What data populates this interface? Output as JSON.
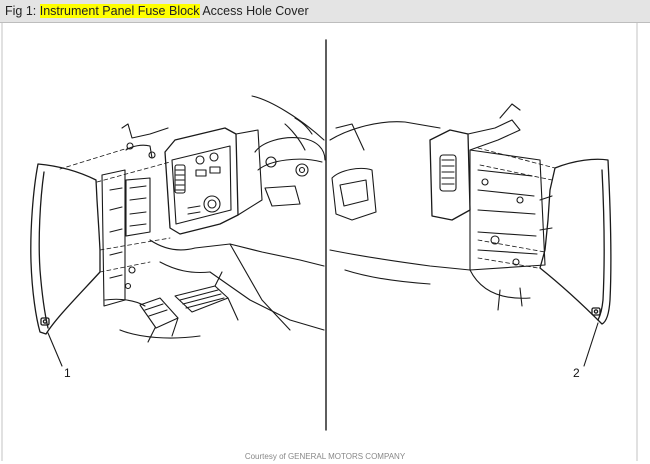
{
  "caption": {
    "prefix": "Fig 1: ",
    "highlight": "Instrument Panel Fuse Block",
    "suffix": " Access Hole Cover"
  },
  "callouts": [
    {
      "id": 1,
      "label": "1"
    },
    {
      "id": 2,
      "label": "2"
    }
  ],
  "footer": {
    "text": "Courtesy of GENERAL MOTORS COMPANY"
  },
  "colors": {
    "caption_bg": "#e4e4e4",
    "highlight": "#ffff00",
    "line": "#1a1a1a"
  }
}
